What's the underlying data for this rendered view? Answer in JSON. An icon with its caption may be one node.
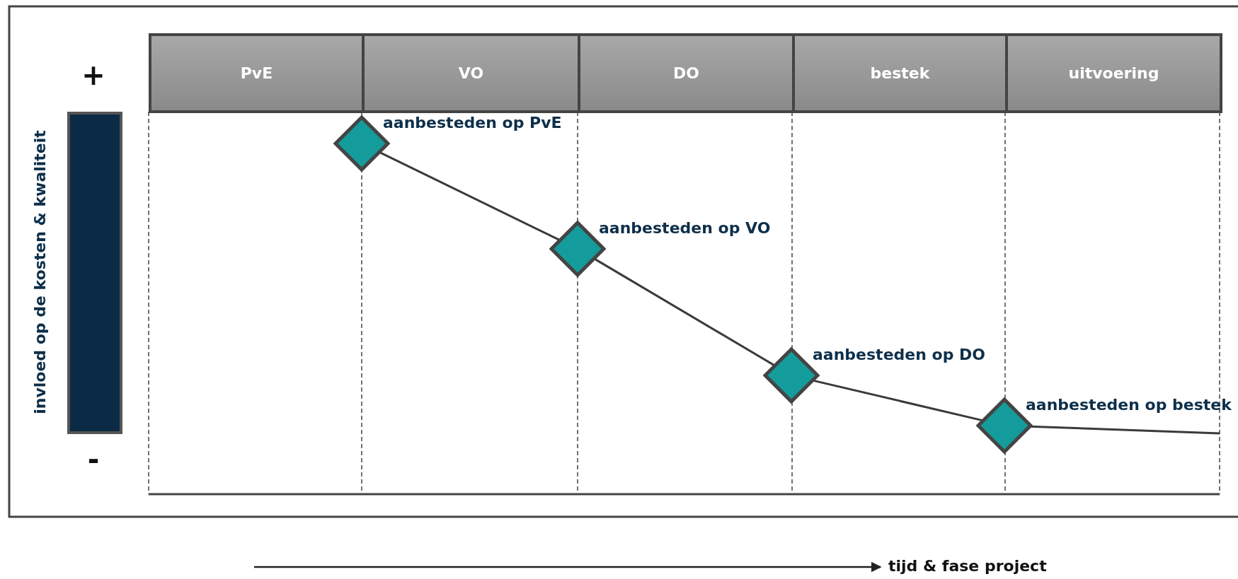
{
  "diagram": {
    "nodes": [
      {
        "text": [
          "PvE"
        ]
      },
      {
        "text": [
          "VO"
        ]
      },
      {
        "text": [
          "DO"
        ]
      },
      {
        "text": [
          "bestek"
        ]
      },
      {
        "text": [
          "uitvoering"
        ]
      },
      {
        "text": [],
        "shape": "diamond",
        "beside": [
          "aanbesteden op PvE"
        ]
      },
      {
        "text": [],
        "shape": "diamond",
        "beside": [
          "aanbesteden op VO"
        ]
      },
      {
        "text": [],
        "shape": "diamond",
        "beside": [
          "aanbesteden op DO"
        ]
      },
      {
        "text": [],
        "shape": "diamond",
        "beside": [
          "aanbesteden op bestek"
        ]
      },
      {
        "text": [],
        "shape": "bar"
      }
    ],
    "edges": [
      {
        "from": 5,
        "to": 6,
        "arrow": "none"
      },
      {
        "from": 6,
        "to": 7,
        "arrow": "none"
      },
      {
        "from": 7,
        "to": 8,
        "arrow": "none"
      },
      {
        "from": 8,
        "to": null,
        "arrow": "none"
      }
    ],
    "labels": [
      "+",
      "invloed op de kosten & kwaliteit",
      "-",
      "tijd & fase project"
    ]
  }
}
